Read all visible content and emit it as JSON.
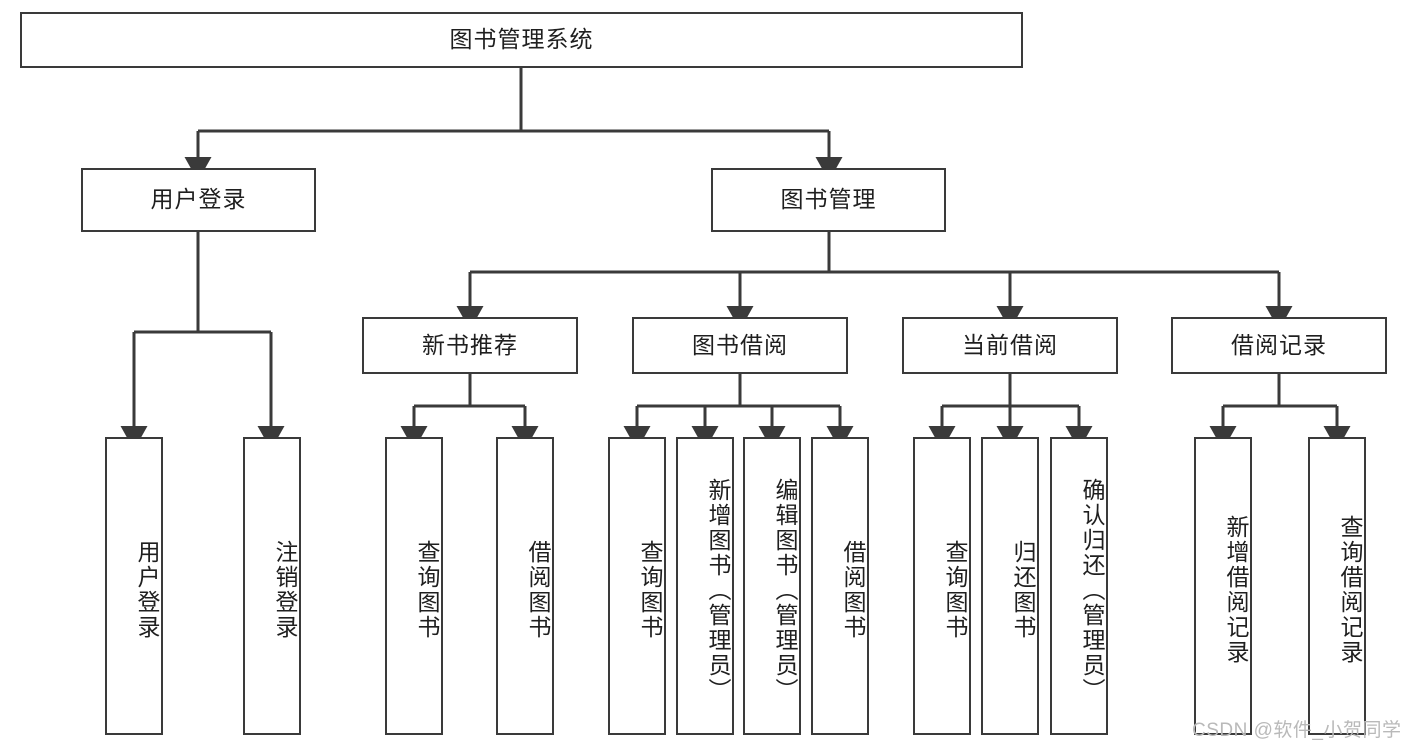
{
  "diagram": {
    "title": "图书管理系统",
    "type": "tree-hierarchy-diagram",
    "colors": {
      "box_border": "#3a3a3a",
      "box_fill": "#ffffff",
      "connector": "#3a3a3a",
      "text": "#1f1f1f",
      "watermark": "#b9b9b9",
      "background": "#ffffff"
    },
    "root": {
      "label": "图书管理系统"
    },
    "level2": [
      {
        "label": "用户登录"
      },
      {
        "label": "图书管理"
      }
    ],
    "level3": [
      {
        "label": "新书推荐"
      },
      {
        "label": "图书借阅"
      },
      {
        "label": "当前借阅"
      },
      {
        "label": "借阅记录"
      }
    ],
    "leaves": {
      "user_login": [
        {
          "label": "用户登录"
        },
        {
          "label": "注销登录"
        }
      ],
      "new_book": [
        {
          "label": "查询图书"
        },
        {
          "label": "借阅图书"
        }
      ],
      "book_borrow": [
        {
          "label": "查询图书"
        },
        {
          "label": "新增图书（管理员）"
        },
        {
          "label": "编辑图书（管理员）"
        },
        {
          "label": "借阅图书"
        }
      ],
      "current_borrow": [
        {
          "label": "查询图书"
        },
        {
          "label": "归还图书"
        },
        {
          "label": "确认归还（管理员）"
        }
      ],
      "borrow_record": [
        {
          "label": "新增借阅记录"
        },
        {
          "label": "查询借阅记录"
        }
      ]
    }
  },
  "watermark": {
    "text": "CSDN @软件_小贺同学"
  }
}
